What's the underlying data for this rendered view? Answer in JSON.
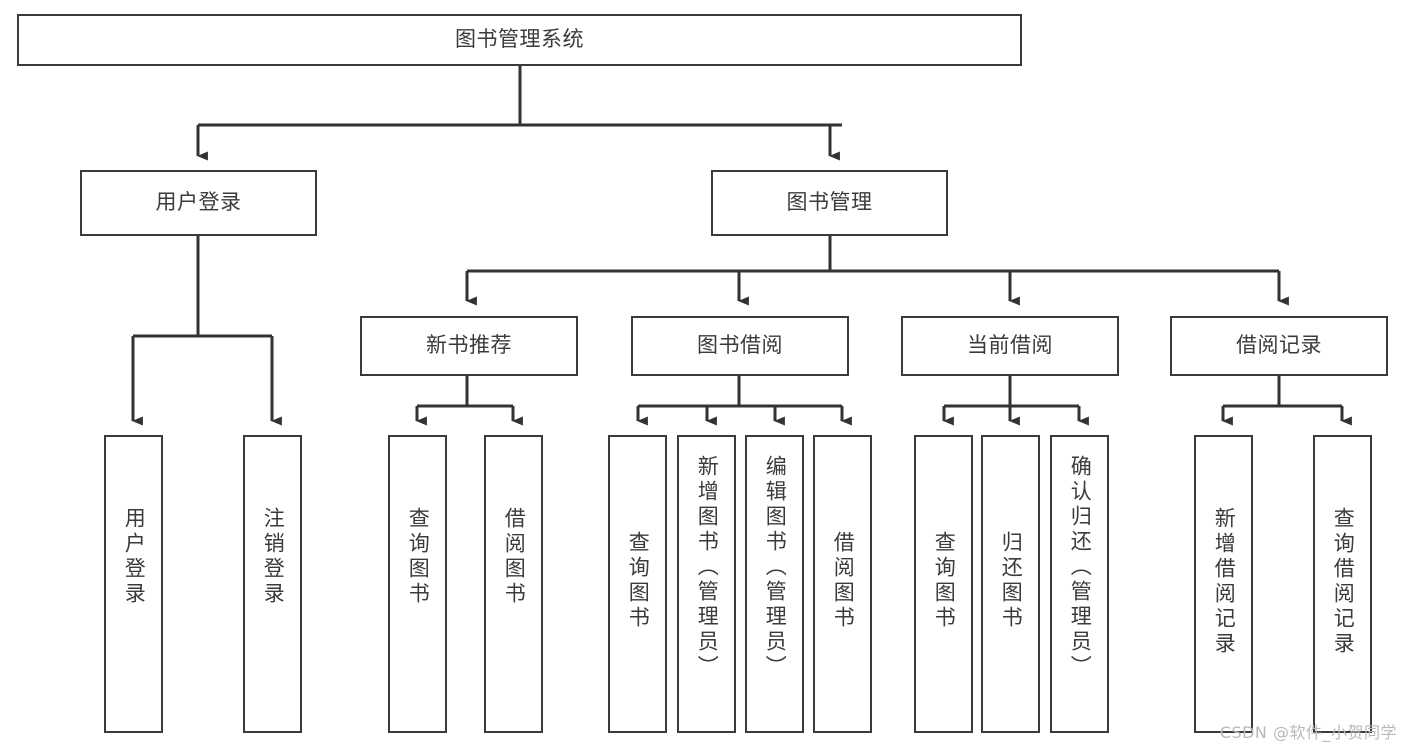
{
  "diagram": {
    "type": "hierarchy-tree",
    "title": "图书管理系统",
    "root": {
      "label": "图书管理系统"
    },
    "level2": [
      {
        "label": "用户登录"
      },
      {
        "label": "图书管理"
      }
    ],
    "level3": [
      {
        "label": "新书推荐"
      },
      {
        "label": "图书借阅"
      },
      {
        "label": "当前借阅"
      },
      {
        "label": "借阅记录"
      }
    ],
    "leaves": {
      "user_login": [
        {
          "label": "用户登录"
        },
        {
          "label": "注销登录"
        }
      ],
      "new_book_recommend": [
        {
          "label": "查询图书"
        },
        {
          "label": "借阅图书"
        }
      ],
      "book_borrow": [
        {
          "label": "查询图书"
        },
        {
          "label": "新增图书（管理员）"
        },
        {
          "label": "编辑图书（管理员）"
        },
        {
          "label": "借阅图书"
        }
      ],
      "current_borrow": [
        {
          "label": "查询图书"
        },
        {
          "label": "归还图书"
        },
        {
          "label": "确认归还（管理员）"
        }
      ],
      "borrow_record": [
        {
          "label": "新增借阅记录"
        },
        {
          "label": "查询借阅记录"
        }
      ]
    },
    "watermark": "CSDN @软件_小贺同学",
    "colors": {
      "box_border": "#3a3a3a",
      "box_fill": "#ffffff",
      "text": "#3b3b3b",
      "connector": "#333333",
      "watermark": "#b9b9b9",
      "background": "#ffffff"
    }
  }
}
